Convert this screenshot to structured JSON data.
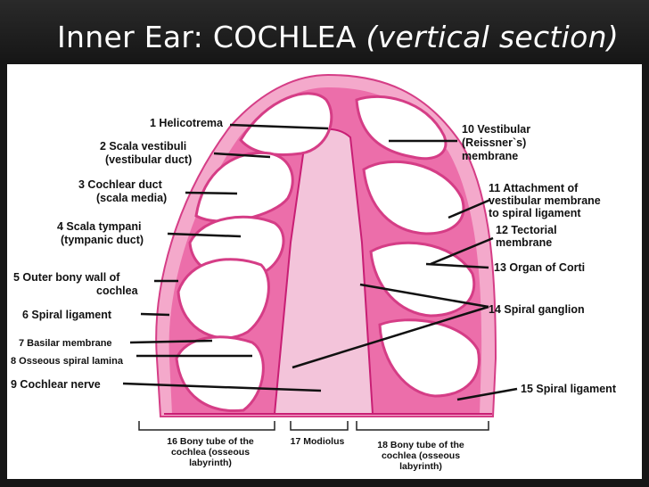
{
  "slide": {
    "title_main": "Inner Ear: COCHLEA ",
    "title_italic": "(vertical section)"
  },
  "labels": {
    "l1": [
      "1 Helicotrema"
    ],
    "l2": [
      "2 Scala vestibuli",
      "(vestibular duct)"
    ],
    "l3": [
      "3 Cochlear duct",
      "(scala media)"
    ],
    "l4": [
      "4 Scala tympani",
      "(tympanic duct)"
    ],
    "l5": [
      "5 Outer bony wall of",
      "cochlea"
    ],
    "l6": [
      "6 Spiral ligament"
    ],
    "l7": [
      "7 Basilar membrane"
    ],
    "l8": [
      "8 Osseous spiral lamina"
    ],
    "l9": [
      "9 Cochlear nerve"
    ],
    "l10": [
      "10 Vestibular",
      "(Reissner`s)",
      "membrane"
    ],
    "l11": [
      "11 Attachment of",
      "vestibular membrane",
      "to spiral ligament"
    ],
    "l12": [
      "12 Tectorial",
      "membrane"
    ],
    "l13": [
      "13 Organ of Corti"
    ],
    "l14": [
      "14 Spiral ganglion"
    ],
    "l15": [
      "15 Spiral ligament"
    ],
    "l16": [
      "16 Bony tube of the",
      "cochlea (osseous",
      "labyrinth)"
    ],
    "l17": [
      "17 Modiolus"
    ],
    "l18": [
      "18 Bony tube of the",
      "cochlea (osseous",
      "labyrinth)"
    ]
  },
  "colors": {
    "tissue": "#e8559a",
    "tissue_dark": "#c81e74",
    "bone": "#f2a6c8",
    "slide_bg": "#1e1e1e"
  }
}
